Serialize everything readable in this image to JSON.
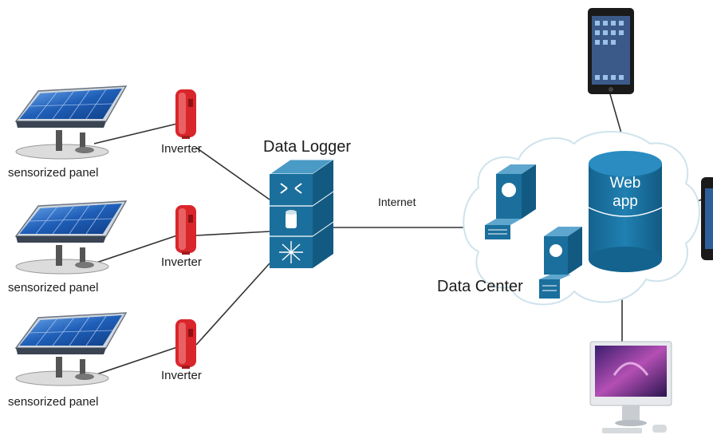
{
  "panels": [
    {
      "label": "sensorized panel"
    },
    {
      "label": "sensorized panel"
    },
    {
      "label": "sensorized panel"
    }
  ],
  "inverters": [
    {
      "label": "Inverter"
    },
    {
      "label": "Inverter"
    },
    {
      "label": "Inverter"
    }
  ],
  "logger": {
    "label": "Data Logger"
  },
  "link": {
    "label": "Internet"
  },
  "datacenter": {
    "label": "Data Center"
  },
  "webapp": {
    "line1": "Web",
    "line2": "app"
  },
  "colors": {
    "panel_cell": "#1f5fb8",
    "inverter": "#d9262b",
    "device_blue": "#1b6f9c",
    "cloud_stroke": "#cfe3ec",
    "line": "#333333"
  },
  "icons": [
    "solar-panel-icon",
    "inverter-icon",
    "data-logger-switch-icon",
    "server-icon",
    "web-app-cylinder-icon",
    "tablet-icon",
    "smartphone-icon",
    "desktop-computer-icon"
  ]
}
